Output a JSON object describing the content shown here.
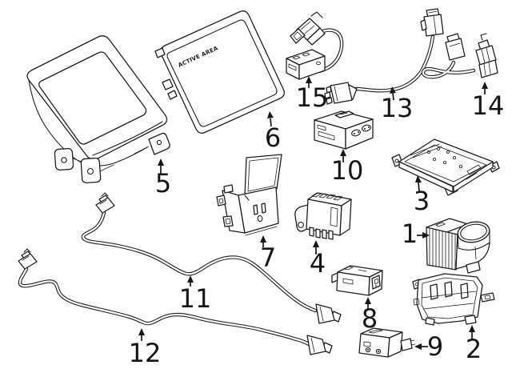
{
  "diagram": {
    "background": "#ffffff",
    "line_color": "#1e1e1e",
    "display_label": "ACTIVE AREA",
    "callouts": [
      {
        "number": "1"
      },
      {
        "number": "2"
      },
      {
        "number": "3"
      },
      {
        "number": "4"
      },
      {
        "number": "5"
      },
      {
        "number": "6"
      },
      {
        "number": "7"
      },
      {
        "number": "8"
      },
      {
        "number": "9"
      },
      {
        "number": "10"
      },
      {
        "number": "11"
      },
      {
        "number": "12"
      },
      {
        "number": "13"
      },
      {
        "number": "14"
      },
      {
        "number": "15"
      }
    ]
  }
}
